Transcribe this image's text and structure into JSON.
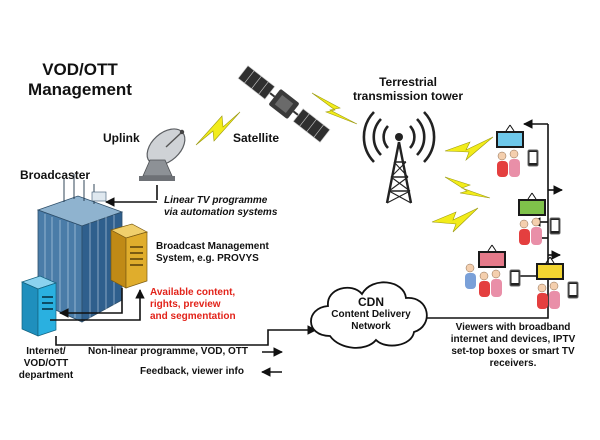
{
  "labels": {
    "management_line1": "VOD/OTT",
    "management_line2": "Management",
    "uplink": "Uplink",
    "satellite": "Satellite",
    "tower_line1": "Terrestrial",
    "tower_line2": "transmission tower",
    "broadcaster": "Broadcaster",
    "linear_line1": "Linear TV programme",
    "linear_line2": "via automation systems",
    "bms_line1": "Broadcast Management",
    "bms_line2": "System, e.g. PROVYS",
    "content_line1": "Available content,",
    "content_line2": "rights, preview",
    "content_line3": "and segmentation",
    "dept_line1": "Internet/",
    "dept_line2": "VOD/OTT",
    "dept_line3": "department",
    "cdn_title": "CDN",
    "cdn_line1": "Content Delivery",
    "cdn_line2": "Network",
    "nonlinear": "Non-linear programme, VOD, OTT",
    "feedback": "Feedback, viewer info",
    "viewers_line1": "Viewers with broadband",
    "viewers_line2": "internet and devices, IPTV",
    "viewers_line3": "set-top boxes or smart TV",
    "viewers_line4": "receivers."
  },
  "colors": {
    "line": "#111111",
    "lightning": "#f2ec1a",
    "highlight": "#e2231a",
    "server_blue": "#2aa7d8",
    "server_gold": "#d8a21e",
    "building": "#4b86b4"
  },
  "icons": {
    "dish": "satellite-dish-icon",
    "satellite": "satellite-icon",
    "tower": "transmission-tower-icon",
    "building": "broadcaster-building-icon",
    "cloud": "cloud-icon"
  }
}
